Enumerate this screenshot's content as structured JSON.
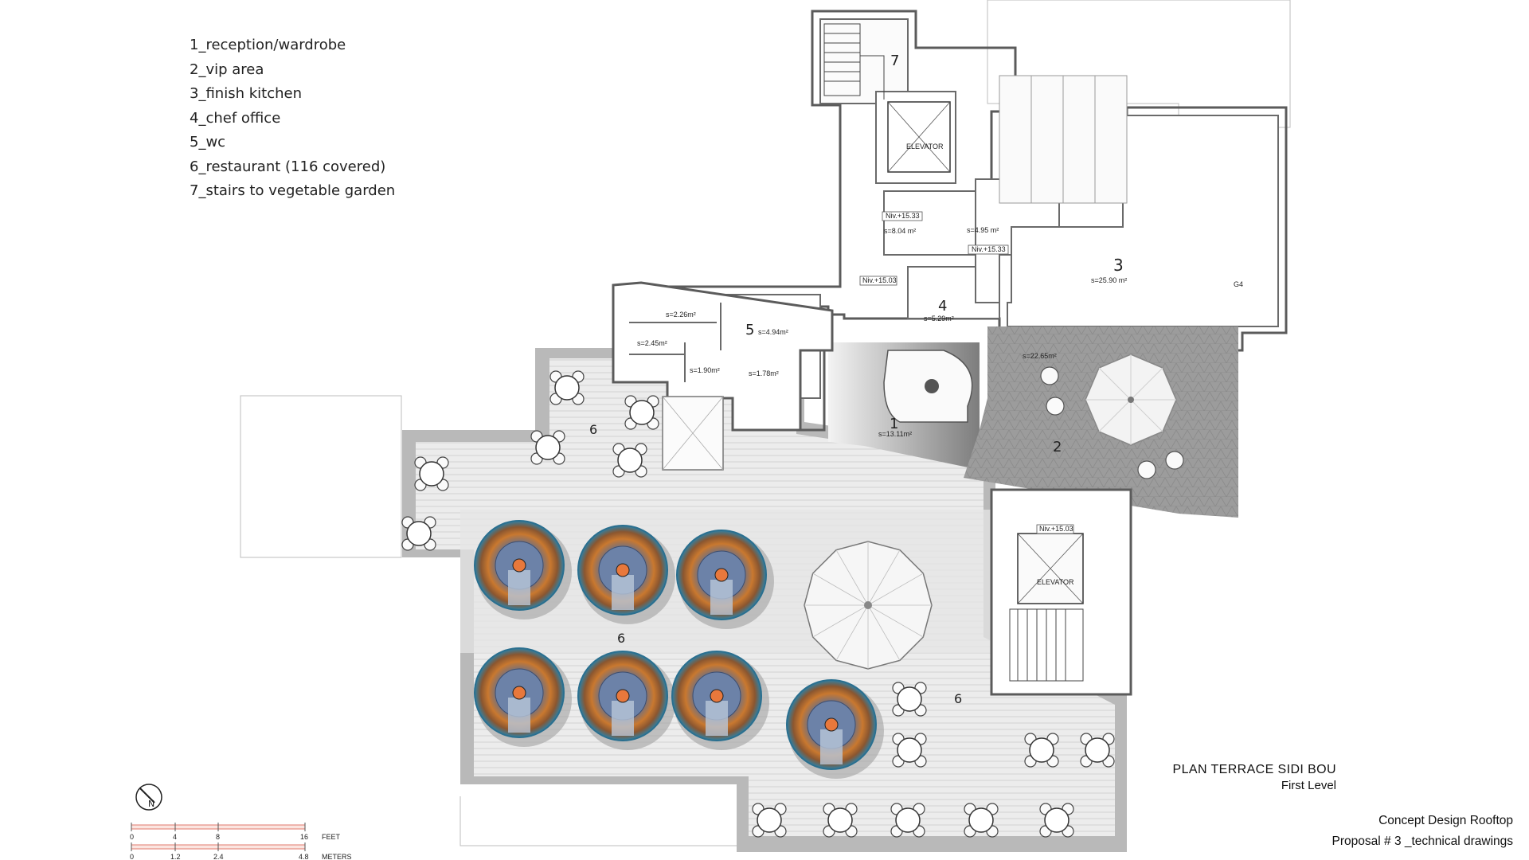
{
  "legend": [
    "1_reception/wardrobe",
    "2_vip area",
    "3_finish kitchen",
    "4_chef office",
    "5_wc",
    "6_restaurant (116 covered)",
    "7_stairs to vegetable garden"
  ],
  "rooms": {
    "r1": "1",
    "r2": "2",
    "r3": "3",
    "r4": "4",
    "r5": "5",
    "r7": "7",
    "r6a": "6",
    "r6b": "6",
    "r6c": "6"
  },
  "areas": {
    "a1": "s=13.11m²",
    "a2": "s=22.65m²",
    "a3": "s=25.90 m²",
    "a4": "s=5.29m²",
    "a5": "s=4.94m²",
    "a_top1": "s=8.04 m²",
    "a_top2": "s=4.95 m²",
    "wc1": "s=2.26m²",
    "wc2": "s=2.45m²",
    "wc3": "s=1.90m²",
    "wc4": "s=1.78m²"
  },
  "levels": {
    "n1": "Niv.+15.33",
    "n2": "Niv.+15.33",
    "n3": "Niv.+15.03",
    "n4": "Niv.+15.03"
  },
  "elevator_label": "ELEVATOR",
  "g4_label": "G4",
  "north_label": "N",
  "scale": {
    "feet_ticks": [
      "0",
      "4",
      "8",
      "16"
    ],
    "feet_unit": "FEET",
    "meter_ticks": [
      "0",
      "1.2",
      "2.4",
      "4.8"
    ],
    "meter_unit": "METERS"
  },
  "title_main": "PLAN TERRACE SIDI BOU",
  "title_sub": "First Level",
  "project_line1": "Concept Design Rooftop",
  "project_line2": "Proposal # 3 _technical drawings"
}
